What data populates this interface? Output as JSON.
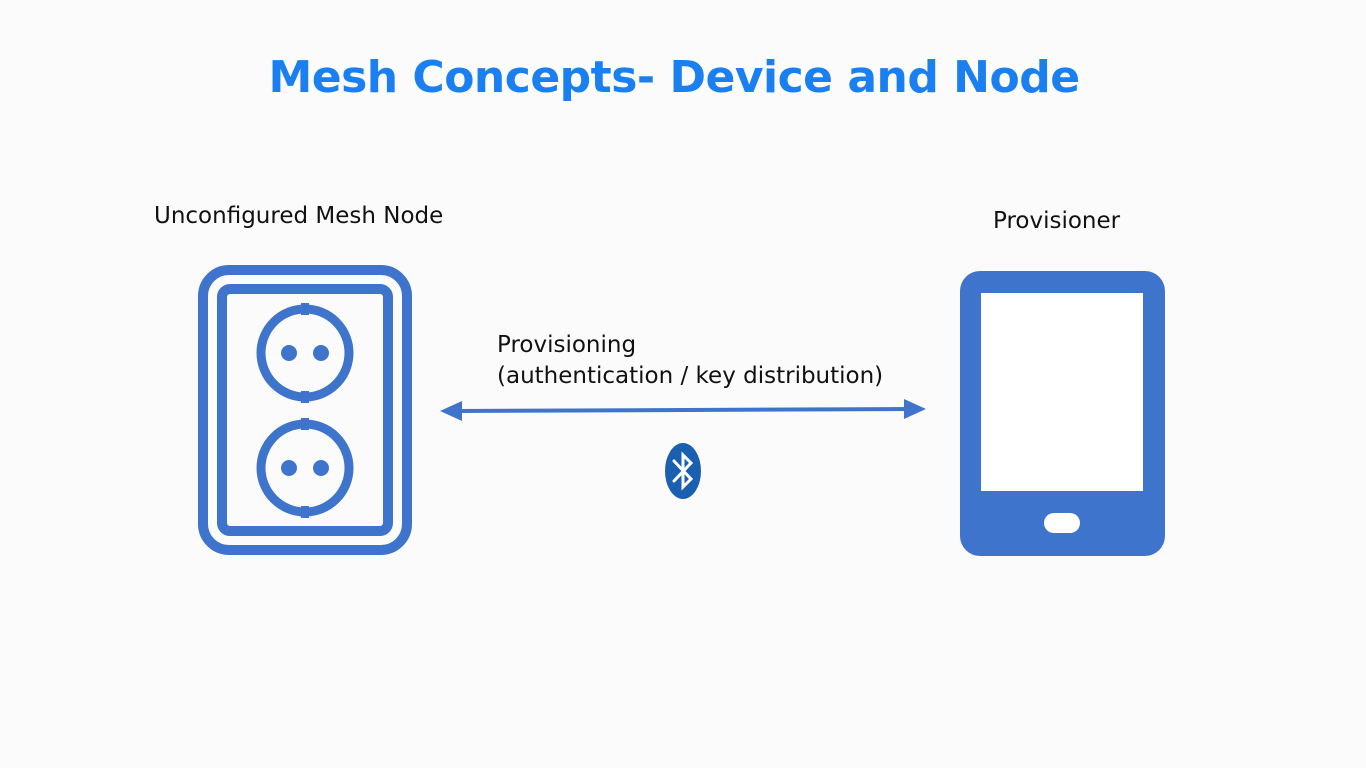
{
  "slide": {
    "title": "Mesh Concepts- Device and Node"
  },
  "diagram": {
    "node_label": "Unconfigured Mesh Node",
    "provisioner_label": "Provisioner",
    "arrow_label_line1": "Provisioning",
    "arrow_label_line2": "(authentication / key distribution)"
  },
  "icons": {
    "device": "power-outlet-icon",
    "provisioner": "tablet-icon",
    "link": "bluetooth-icon"
  },
  "colors": {
    "title": "#1a7ff0",
    "icon": "#3f74cc",
    "bluetooth": "#1b5fb0",
    "text": "#111111"
  }
}
